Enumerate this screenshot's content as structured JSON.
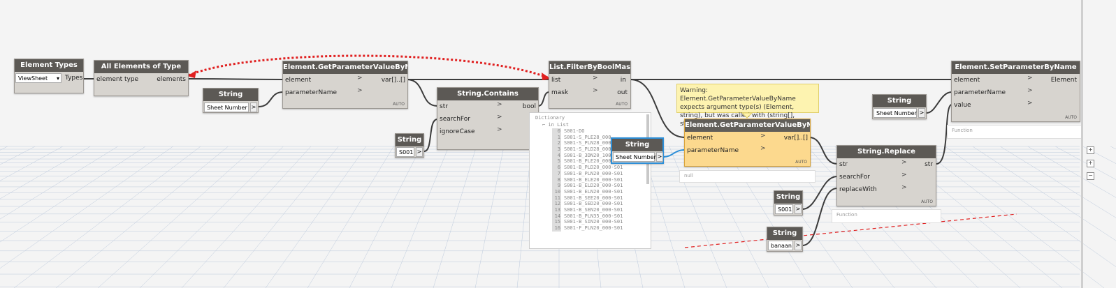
{
  "nodes": {
    "element_types": {
      "title": "Element Types",
      "dropdown": "ViewSheet",
      "out": "Types"
    },
    "all_elements": {
      "title": "All Elements of Type",
      "in": "element type",
      "out": "elements"
    },
    "string_sheet1": {
      "title": "String",
      "value": "Sheet Number",
      "btn": ">"
    },
    "get_param1": {
      "title": "Element.GetParameterValueByName",
      "in1": "element",
      "in2": "parameterName",
      "out": "var[]..[]",
      "lacing": "AUTO"
    },
    "string_contains": {
      "title": "String.Contains",
      "in1": "str",
      "in2": "searchFor",
      "in3": "ignoreCase",
      "out": "bool"
    },
    "string_s001a": {
      "title": "String",
      "value": "S001",
      "btn": ">"
    },
    "filter_mask": {
      "title": "List.FilterByBoolMask",
      "in1": "list",
      "in2": "mask",
      "out1": "in",
      "out2": "out",
      "lacing": "AUTO"
    },
    "string_sheet2": {
      "title": "String",
      "value": "Sheet Number",
      "btn": ">"
    },
    "get_param2": {
      "title": "Element.GetParameterValueByName",
      "in1": "element",
      "in2": "parameterName",
      "out": "var[]..[]",
      "lacing": "AUTO",
      "preview": "null"
    },
    "string_replace": {
      "title": "String.Replace",
      "in1": "str",
      "in2": "searchFor",
      "in3": "replaceWith",
      "out": "str",
      "lacing": "AUTO",
      "preview": "Function"
    },
    "string_s001b": {
      "title": "String",
      "value": "S001",
      "btn": ">"
    },
    "string_banaan": {
      "title": "String",
      "value": "banaan",
      "btn": ">"
    },
    "string_sheet3": {
      "title": "String",
      "value": "Sheet Number",
      "btn": ">"
    },
    "set_param": {
      "title": "Element.SetParameterByName",
      "in1": "element",
      "in2": "parameterName",
      "in3": "value",
      "out": "Element",
      "lacing": "AUTO",
      "preview": "Function"
    }
  },
  "warning": "Warning: Element.GetParameterValueByName expects argument type(s) (Element, string), but was called with (string[], string).",
  "dictionary": {
    "header": "Dictionary",
    "sub": "in List",
    "items": [
      {
        "i": "0",
        "v": "S001-DO"
      },
      {
        "i": "1",
        "v": "S001-S_PLE28_000"
      },
      {
        "i": "2",
        "v": "S001-S_PLN28_000"
      },
      {
        "i": "3",
        "v": "S001-S_PLD28_000"
      },
      {
        "i": "4",
        "v": "S001-B_3DN20_100"
      },
      {
        "i": "5",
        "v": "S001-B_PLE20_000-S01"
      },
      {
        "i": "6",
        "v": "S001-B_PLD20_000-S01"
      },
      {
        "i": "7",
        "v": "S001-B_PLN20_000-S01"
      },
      {
        "i": "8",
        "v": "S001-B_ELE20_000-S01"
      },
      {
        "i": "9",
        "v": "S001-B_ELD20_000-S01"
      },
      {
        "i": "10",
        "v": "S001-B_ELN20_000-S01"
      },
      {
        "i": "11",
        "v": "S001-B_SEE20_000-S01"
      },
      {
        "i": "12",
        "v": "S001-B_SED20_000-S01"
      },
      {
        "i": "13",
        "v": "S001-B_SEN20_000-S01"
      },
      {
        "i": "14",
        "v": "S001-B_PLN35_000-S01"
      },
      {
        "i": "15",
        "v": "S001-B_SIN20_000-S01"
      },
      {
        "i": "16",
        "v": "S001-F_PLN20_000-S01"
      }
    ]
  },
  "zoom": {
    "in": "+",
    "out": "−",
    "fit": "+"
  },
  "colors": {
    "header": "#5c5955",
    "node": "#d7d4cf",
    "warn_node": "#fcd98e",
    "wire": "#3c3c3c",
    "highlight": "#e02020",
    "select": "#2d8fd8"
  }
}
